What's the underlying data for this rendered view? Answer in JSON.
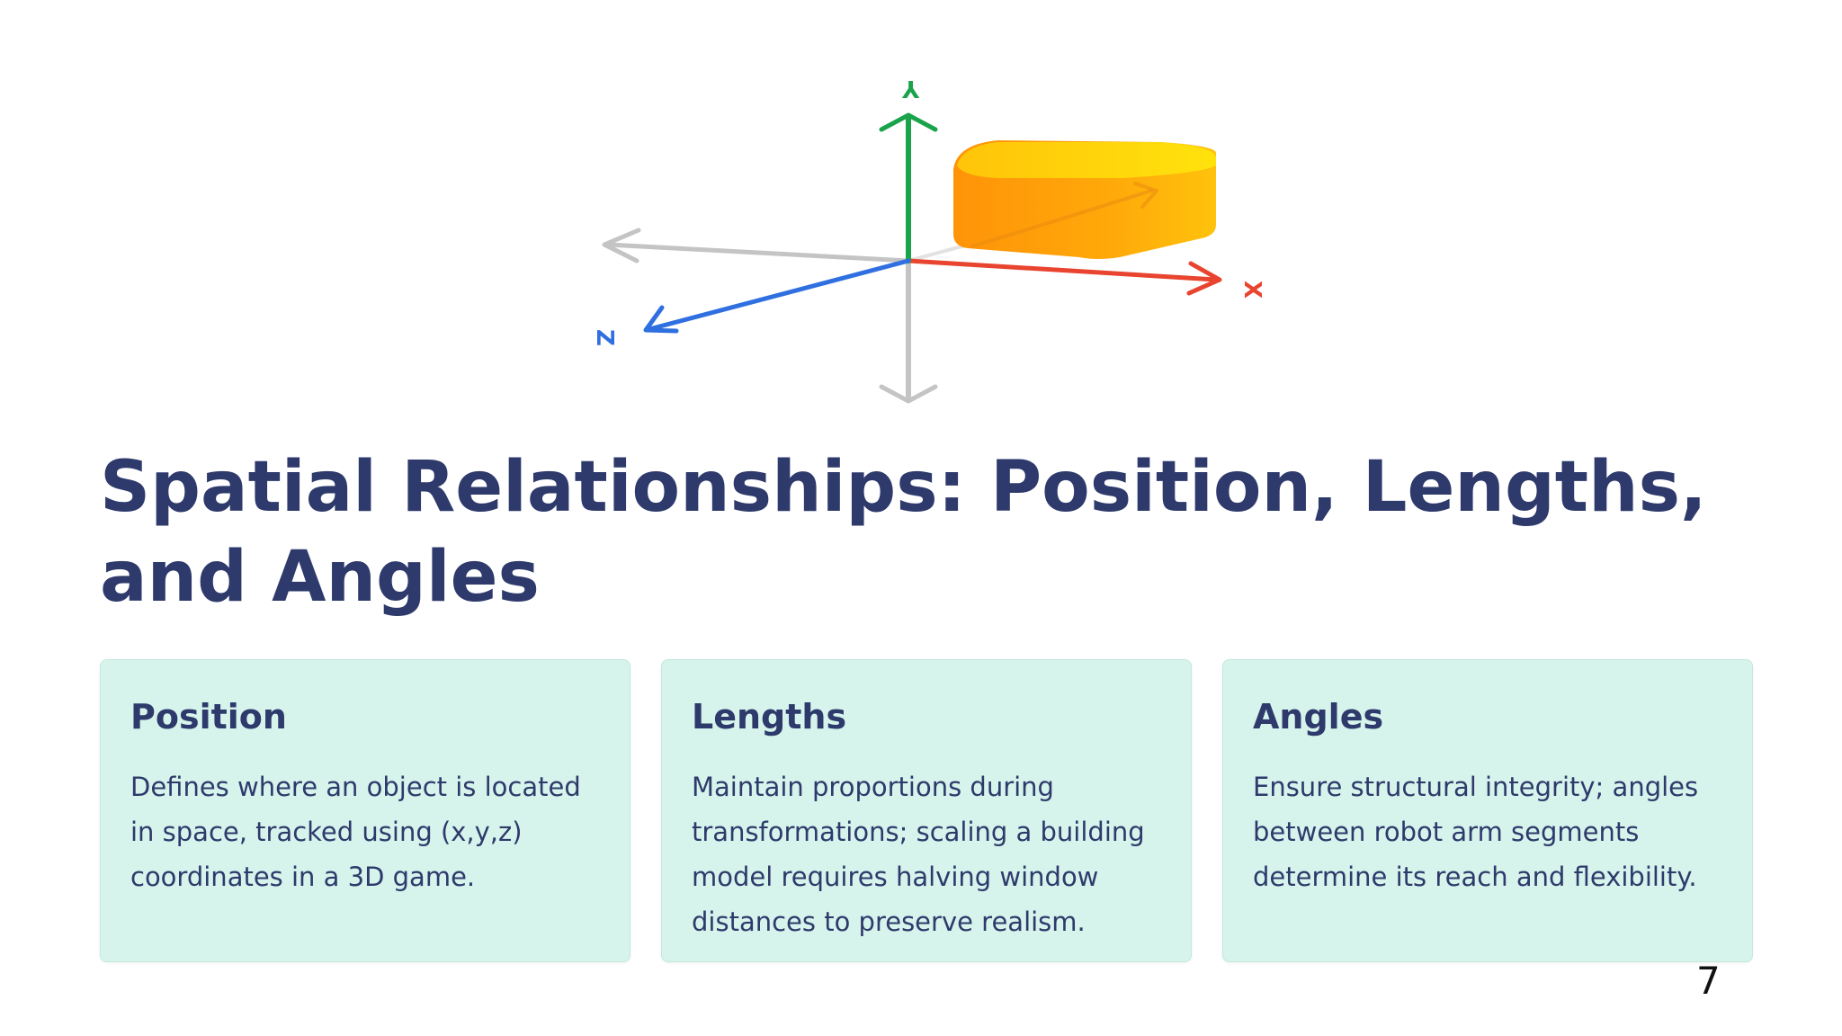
{
  "illustration": {
    "axis_labels": {
      "x": "X",
      "y": "Y",
      "z": "Z"
    },
    "colors": {
      "x_axis": "#e8442f",
      "y_axis": "#1aa34a",
      "z_axis": "#2f6fe0",
      "negative_axes": "#c4c4c4",
      "box_top": "#ffd50a",
      "box_side": "#ff9a0a"
    },
    "icon": "3d-axes-with-box"
  },
  "title": "Spatial Relationships: Position, Lengths, and Angles",
  "cards": [
    {
      "heading": "Position",
      "body": "Defines where an object is located in space, tracked using (x,y,z) coordinates in a 3D game."
    },
    {
      "heading": "Lengths",
      "body": "Maintain proportions during transformations; scaling a building model requires halving window distances to preserve realism."
    },
    {
      "heading": "Angles",
      "body": "Ensure structural integrity; angles between robot arm segments determine its reach and flexibility."
    }
  ],
  "page_number": "7",
  "colors": {
    "title": "#2e3a6b",
    "card_background": "#d6f4ec"
  }
}
